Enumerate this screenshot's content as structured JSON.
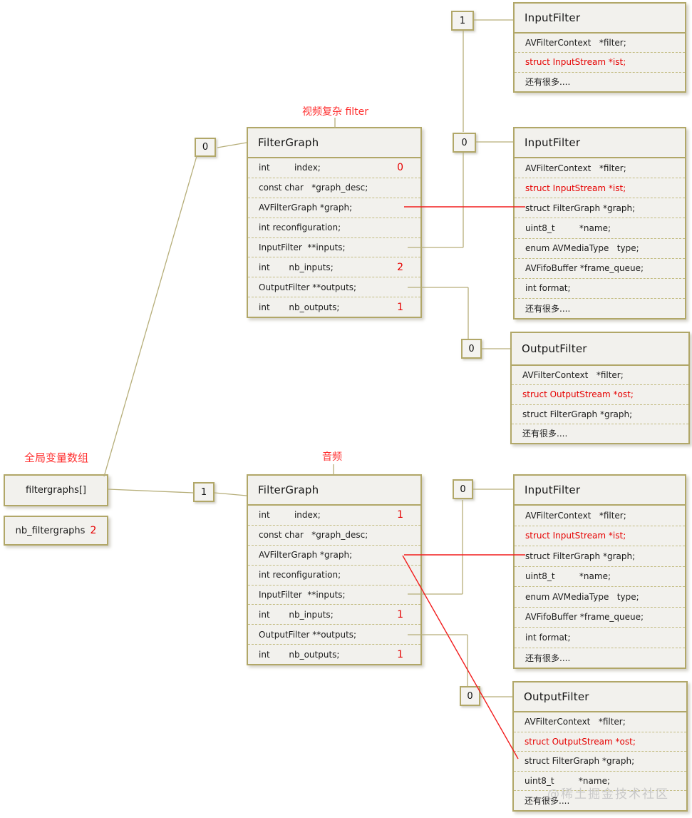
{
  "labels": {
    "video": "视频复杂 filter",
    "audio": "音频",
    "global_array": "全局变量数组",
    "watermark": "@稀土掘金技术社区"
  },
  "colors": {
    "box_border": "#b1a768",
    "box_fill": "#f2f1ed",
    "line_olive": "#b6ae79",
    "accent_red": "#e60000"
  },
  "globals": {
    "filtergraphs": {
      "label": "filtergraphs[]"
    },
    "nb_filtergraphs": {
      "label": "nb_filtergraphs",
      "value": "2"
    }
  },
  "connectors": {
    "video_index": "0",
    "video_if1": "1",
    "video_if0": "0",
    "video_of0": "0",
    "audio_index": "1",
    "audio_if0": "0",
    "audio_of0": "0"
  },
  "boxes": {
    "fg_video": {
      "title": "FilterGraph",
      "rows": [
        {
          "text": "int         index;",
          "value": "0"
        },
        {
          "text": "const char   *graph_desc;"
        },
        {
          "text": "AVFilterGraph *graph;"
        },
        {
          "text": "int reconfiguration;"
        },
        {
          "text": "InputFilter  **inputs;"
        },
        {
          "text": "int       nb_inputs;",
          "value": "2"
        },
        {
          "text": "OutputFilter **outputs;"
        },
        {
          "text": "int       nb_outputs;",
          "value": "1"
        }
      ]
    },
    "if_v1": {
      "title": "InputFilter",
      "rows": [
        {
          "text": "AVFilterContext   *filter;"
        },
        {
          "text": "struct InputStream *ist;",
          "red": true
        },
        {
          "text": "还有很多...."
        }
      ]
    },
    "if_v0": {
      "title": "InputFilter",
      "rows": [
        {
          "text": "AVFilterContext   *filter;"
        },
        {
          "text": "struct InputStream *ist;",
          "red": true
        },
        {
          "text": "struct FilterGraph *graph;"
        },
        {
          "text": "uint8_t         *name;"
        },
        {
          "text": "enum AVMediaType   type;"
        },
        {
          "text": "AVFifoBuffer *frame_queue;"
        },
        {
          "text": "int format;"
        },
        {
          "text": "还有很多...."
        }
      ]
    },
    "of_v0": {
      "title": "OutputFilter",
      "rows": [
        {
          "text": "AVFilterContext   *filter;"
        },
        {
          "text": "struct OutputStream *ost;",
          "red": true
        },
        {
          "text": "struct FilterGraph *graph;"
        },
        {
          "text": "还有很多...."
        }
      ]
    },
    "fg_audio": {
      "title": "FilterGraph",
      "rows": [
        {
          "text": "int         index;",
          "value": "1"
        },
        {
          "text": "const char   *graph_desc;"
        },
        {
          "text": "AVFilterGraph *graph;"
        },
        {
          "text": "int reconfiguration;"
        },
        {
          "text": "InputFilter  **inputs;"
        },
        {
          "text": "int       nb_inputs;",
          "value": "1"
        },
        {
          "text": "OutputFilter **outputs;"
        },
        {
          "text": "int       nb_outputs;",
          "value": "1"
        }
      ]
    },
    "if_a0": {
      "title": "InputFilter",
      "rows": [
        {
          "text": "AVFilterContext   *filter;"
        },
        {
          "text": "struct InputStream *ist;",
          "red": true
        },
        {
          "text": "struct FilterGraph *graph;"
        },
        {
          "text": "uint8_t         *name;"
        },
        {
          "text": "enum AVMediaType   type;"
        },
        {
          "text": "AVFifoBuffer *frame_queue;"
        },
        {
          "text": "int format;"
        },
        {
          "text": "还有很多...."
        }
      ]
    },
    "of_a0": {
      "title": "OutputFilter",
      "rows": [
        {
          "text": "AVFilterContext   *filter;"
        },
        {
          "text": "struct OutputStream *ost;",
          "red": true
        },
        {
          "text": "struct FilterGraph *graph;"
        },
        {
          "text": "uint8_t         *name;"
        },
        {
          "text": "还有很多...."
        }
      ]
    }
  }
}
